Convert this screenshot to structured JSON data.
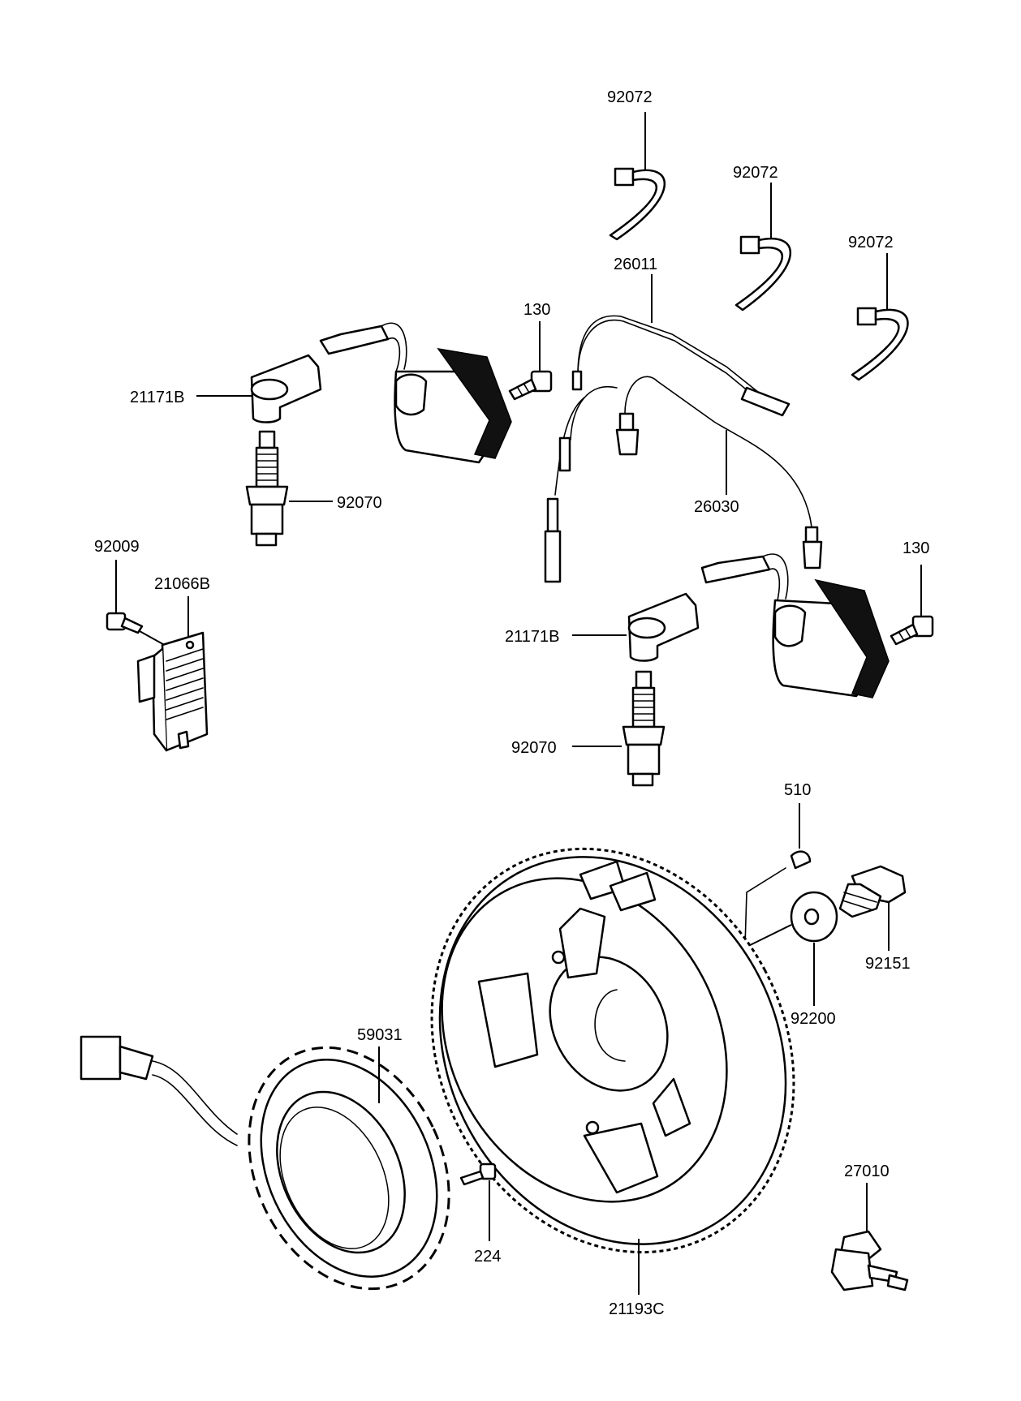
{
  "callouts": [
    {
      "id": "tie-1",
      "text": "92072"
    },
    {
      "id": "tie-2",
      "text": "92072"
    },
    {
      "id": "tie-3",
      "text": "92072"
    },
    {
      "id": "wire-lead",
      "text": "26011"
    },
    {
      "id": "bolt-top",
      "text": "130"
    },
    {
      "id": "cap-top",
      "text": "21171B"
    },
    {
      "id": "plug-top",
      "text": "92070"
    },
    {
      "id": "wire-harness",
      "text": "26030"
    },
    {
      "id": "screw-reg",
      "text": "92009"
    },
    {
      "id": "regulator",
      "text": "21066B"
    },
    {
      "id": "bolt-right",
      "text": "130"
    },
    {
      "id": "cap-bottom",
      "text": "21171B"
    },
    {
      "id": "plug-bottom",
      "text": "92070"
    },
    {
      "id": "key",
      "text": "510"
    },
    {
      "id": "flywheel-bolt",
      "text": "92151"
    },
    {
      "id": "washer",
      "text": "92200"
    },
    {
      "id": "stator",
      "text": "59031"
    },
    {
      "id": "stator-screw",
      "text": "224"
    },
    {
      "id": "flywheel",
      "text": "21193C"
    },
    {
      "id": "oil-switch",
      "text": "27010"
    }
  ]
}
